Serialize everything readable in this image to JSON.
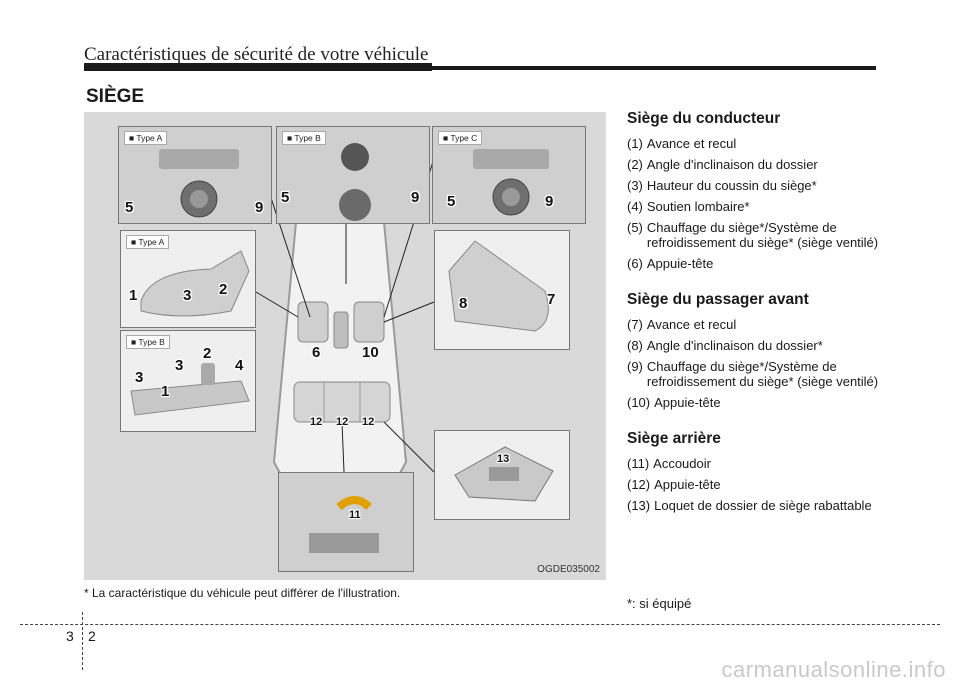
{
  "header": {
    "title": "Caractéristiques de sécurité de votre véhicule"
  },
  "section": {
    "title": "SIÈGE"
  },
  "figure": {
    "code": "OGDE035002",
    "tags": {
      "type_a": "■ Type A",
      "type_b": "■ Type B",
      "type_c": "■ Type C"
    },
    "note": "* La caractéristique du véhicule peut différer de l'illustration."
  },
  "driver_seat": {
    "heading": "Siège du conducteur",
    "items": [
      {
        "n": "(1)",
        "t": "Avance et recul"
      },
      {
        "n": "(2)",
        "t": "Angle d'inclinaison du dossier"
      },
      {
        "n": "(3)",
        "t": "Hauteur du coussin du siège*"
      },
      {
        "n": "(4)",
        "t": "Soutien lombaire*"
      },
      {
        "n": "(5)",
        "t": "Chauffage du siège*/Système de refroidissement du siège* (siège ventilé)"
      },
      {
        "n": "(6)",
        "t": "Appuie-tête"
      }
    ]
  },
  "passenger_seat": {
    "heading": "Siège du passager avant",
    "items": [
      {
        "n": "(7)",
        "t": "Avance et recul"
      },
      {
        "n": "(8)",
        "t": "Angle d'inclinaison du dossier*"
      },
      {
        "n": "(9)",
        "t": "Chauffage du siège*/Système de refroidissement du siège* (siège ventilé)"
      },
      {
        "n": "(10)",
        "t": "Appuie-tête"
      }
    ]
  },
  "rear_seat": {
    "heading": "Siège arrière",
    "items": [
      {
        "n": "(11)",
        "t": "Accoudoir"
      },
      {
        "n": "(12)",
        "t": "Appuie-tête"
      },
      {
        "n": "(13)",
        "t": "Loquet de dossier de siège rabattable"
      }
    ]
  },
  "footnote": "*: si équipé",
  "page": {
    "chapter": "3",
    "number": "2"
  },
  "watermark": "carmanualsonline.info"
}
